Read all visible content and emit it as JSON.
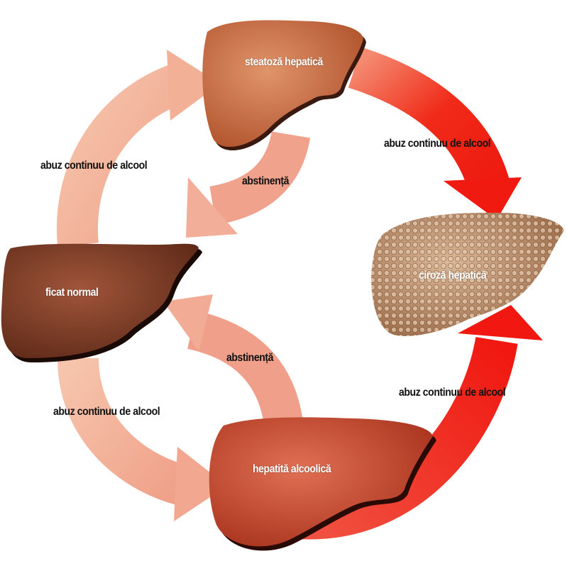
{
  "colors": {
    "pale_arrow": "#f3b49c",
    "red_arrow": "#f01a10",
    "normal_liver": "#7a3a22",
    "steatosis_liver": "#c8683e",
    "hepatitis_liver": "#c4462a",
    "cirrhosis_liver": "#b08060"
  },
  "livers": {
    "normal": "ficat normal",
    "steatosis": "steatoză hepatică",
    "cirrhosis": "ciroză hepatică",
    "hepatitis": "hepatită alcoolică"
  },
  "arrows": {
    "normal_to_steatosis": "abuz continuu de alcool",
    "steatosis_to_normal": "abstinență",
    "steatosis_to_cirrhosis": "abuz continuu de alcool",
    "normal_to_hepatitis": "abuz continuu de alcool",
    "hepatitis_to_normal": "abstinență",
    "hepatitis_to_cirrhosis": "abuz continuu de alcool"
  }
}
